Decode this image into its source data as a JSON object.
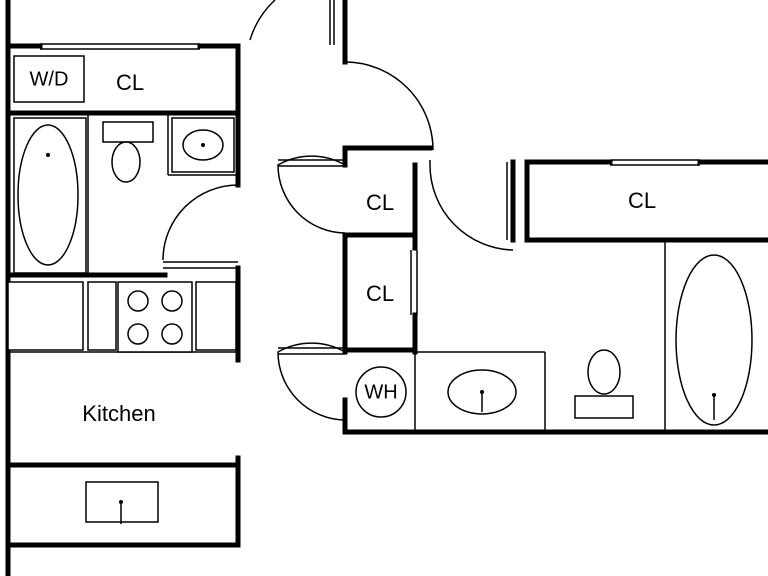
{
  "labels": {
    "wd": "W/D",
    "cl_laundry": "CL",
    "cl_center_top": "CL",
    "cl_center_mid": "CL",
    "cl_right": "CL",
    "wh": "WH",
    "kitchen": "Kitchen"
  },
  "colors": {
    "ink": "#000000",
    "paper": "#ffffff"
  }
}
